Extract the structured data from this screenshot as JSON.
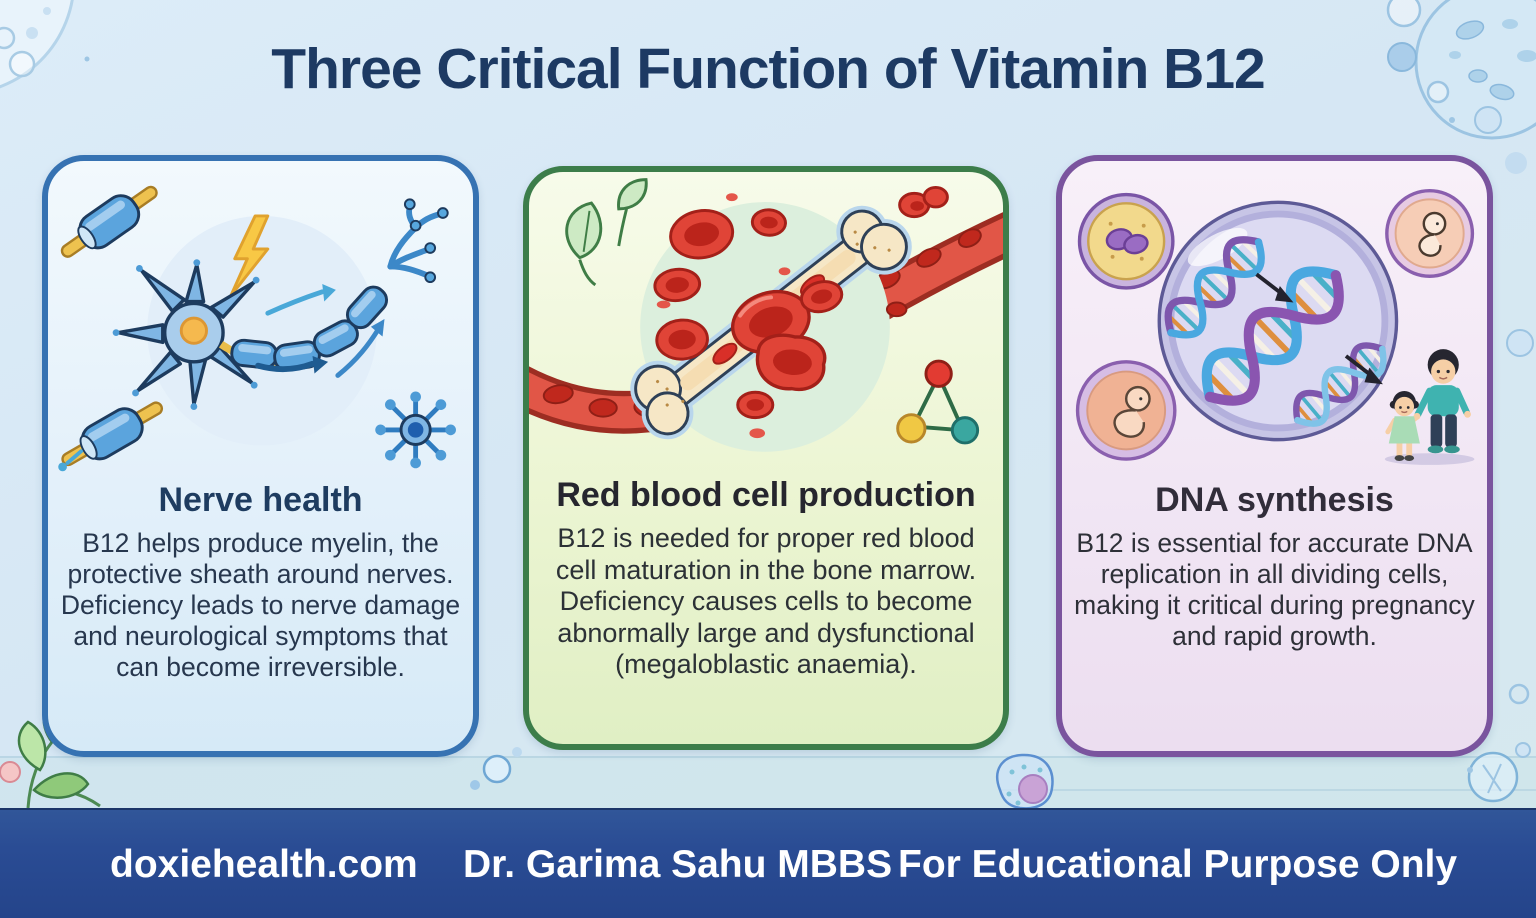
{
  "title": "Three Critical Function of Vitamin B12",
  "cards": [
    {
      "id": "nerve-health",
      "title": "Nerve health",
      "body": "B12 helps produce myelin, the protective sheath around nerves. Deficiency leads to nerve damage and neurological symptoms that can become irreversible.",
      "accent_color": "#3672b2",
      "background_tint": "#e8f3fb",
      "illustration": "neuron-myelin-sheath-illustration"
    },
    {
      "id": "red-blood-cell-production",
      "title": "Red blood cell production",
      "body": "B12 is needed for proper red blood cell maturation in the bone marrow. Deficiency causes cells to become abnormally large and dysfunctional (megaloblastic anaemia).",
      "accent_color": "#3c7d4a",
      "background_tint": "#eef6d9",
      "illustration": "bone-marrow-red-blood-cells-illustration"
    },
    {
      "id": "dna-synthesis",
      "title": "DNA synthesis",
      "body": "B12 is essential for accurate DNA replication in all dividing cells, making it critical during pregnancy and rapid growth.",
      "accent_color": "#7a549e",
      "background_tint": "#f5ecf7",
      "illustration": "dna-replication-cell-illustration"
    }
  ],
  "footer": {
    "site": "doxiehealth.com",
    "author": "Dr. Garima Sahu MBBS",
    "disclaimer": "For Educational Purpose Only",
    "background_color": "#2a4c94",
    "text_color": "#ffffff"
  },
  "colors": {
    "page_background": "#d9e8f4",
    "title_color": "#1d3a63"
  }
}
